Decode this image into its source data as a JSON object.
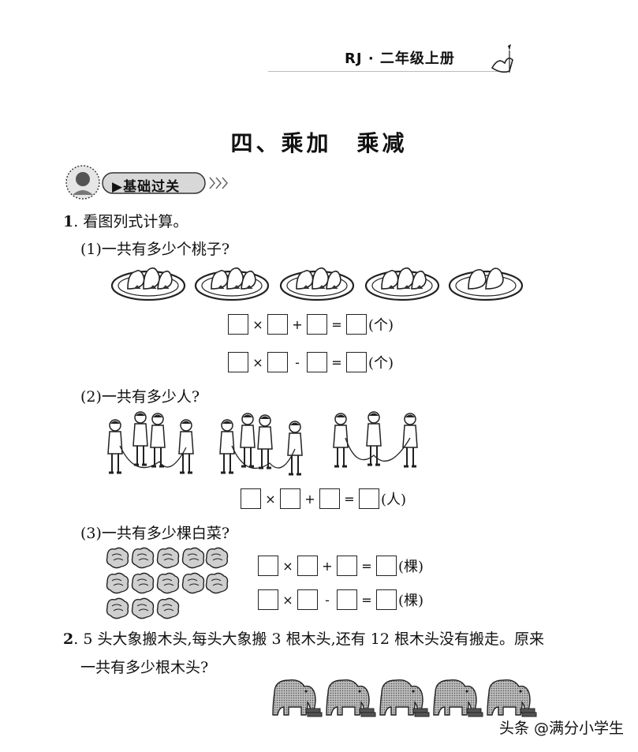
{
  "header": {
    "text": "RJ · 二年级上册"
  },
  "title": "四、乘加　乘减",
  "section_badge": "▶基础过关",
  "q1": {
    "number": "1",
    "prompt": ". 看图列式计算。",
    "sub1": {
      "label": "(1)一共有多少个桃子?",
      "eq1": {
        "op1": "×",
        "op2": "+",
        "eq": "=",
        "unit": "(个)"
      },
      "eq2": {
        "op1": "×",
        "op2": "-",
        "eq": "=",
        "unit": "(个)"
      }
    },
    "sub2": {
      "label": "(2)一共有多少人?",
      "eq1": {
        "op1": "×",
        "op2": "+",
        "eq": "=",
        "unit": "(人)"
      }
    },
    "sub3": {
      "label": "(3)一共有多少棵白菜?",
      "eq1": {
        "op1": "×",
        "op2": "+",
        "eq": "=",
        "unit": "(棵)"
      },
      "eq2": {
        "op1": "×",
        "op2": "-",
        "eq": "=",
        "unit": "(棵)"
      }
    }
  },
  "q2": {
    "number": "2",
    "line1": ". 5 头大象搬木头,每头大象搬 3 根木头,还有 12 根木头没有搬走。原来",
    "line2": "一共有多少根木头?"
  },
  "watermark": "头条 @满分小学生"
}
